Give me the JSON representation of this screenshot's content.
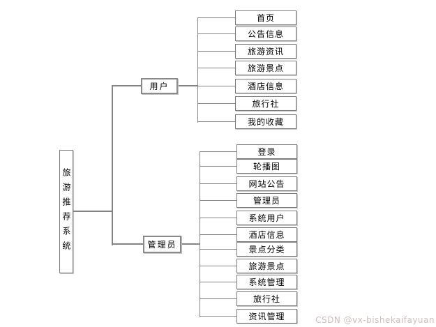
{
  "tree": {
    "root": "旅游推荐系统",
    "branches": [
      {
        "label": "用户",
        "children": [
          "首页",
          "公告信息",
          "旅游资讯",
          "旅游景点",
          "酒店信息",
          "旅行社",
          "我的收藏"
        ]
      },
      {
        "label": "管理员",
        "children": [
          "登录",
          "轮播图",
          "网站公告",
          "管理员",
          "系统用户",
          "酒店信息",
          "景点分类",
          "旅游景点",
          "系统管理",
          "旅行社",
          "资讯管理"
        ]
      }
    ]
  },
  "watermark": {
    "text": "CSDN @vx-bishekaifayuan"
  },
  "colors": {
    "line": "#848484",
    "node_border": "#7a7a7a",
    "node_fill": "#ffffff",
    "text": "#000000",
    "watermark": "#cbbebc",
    "background": "#ffffff"
  }
}
